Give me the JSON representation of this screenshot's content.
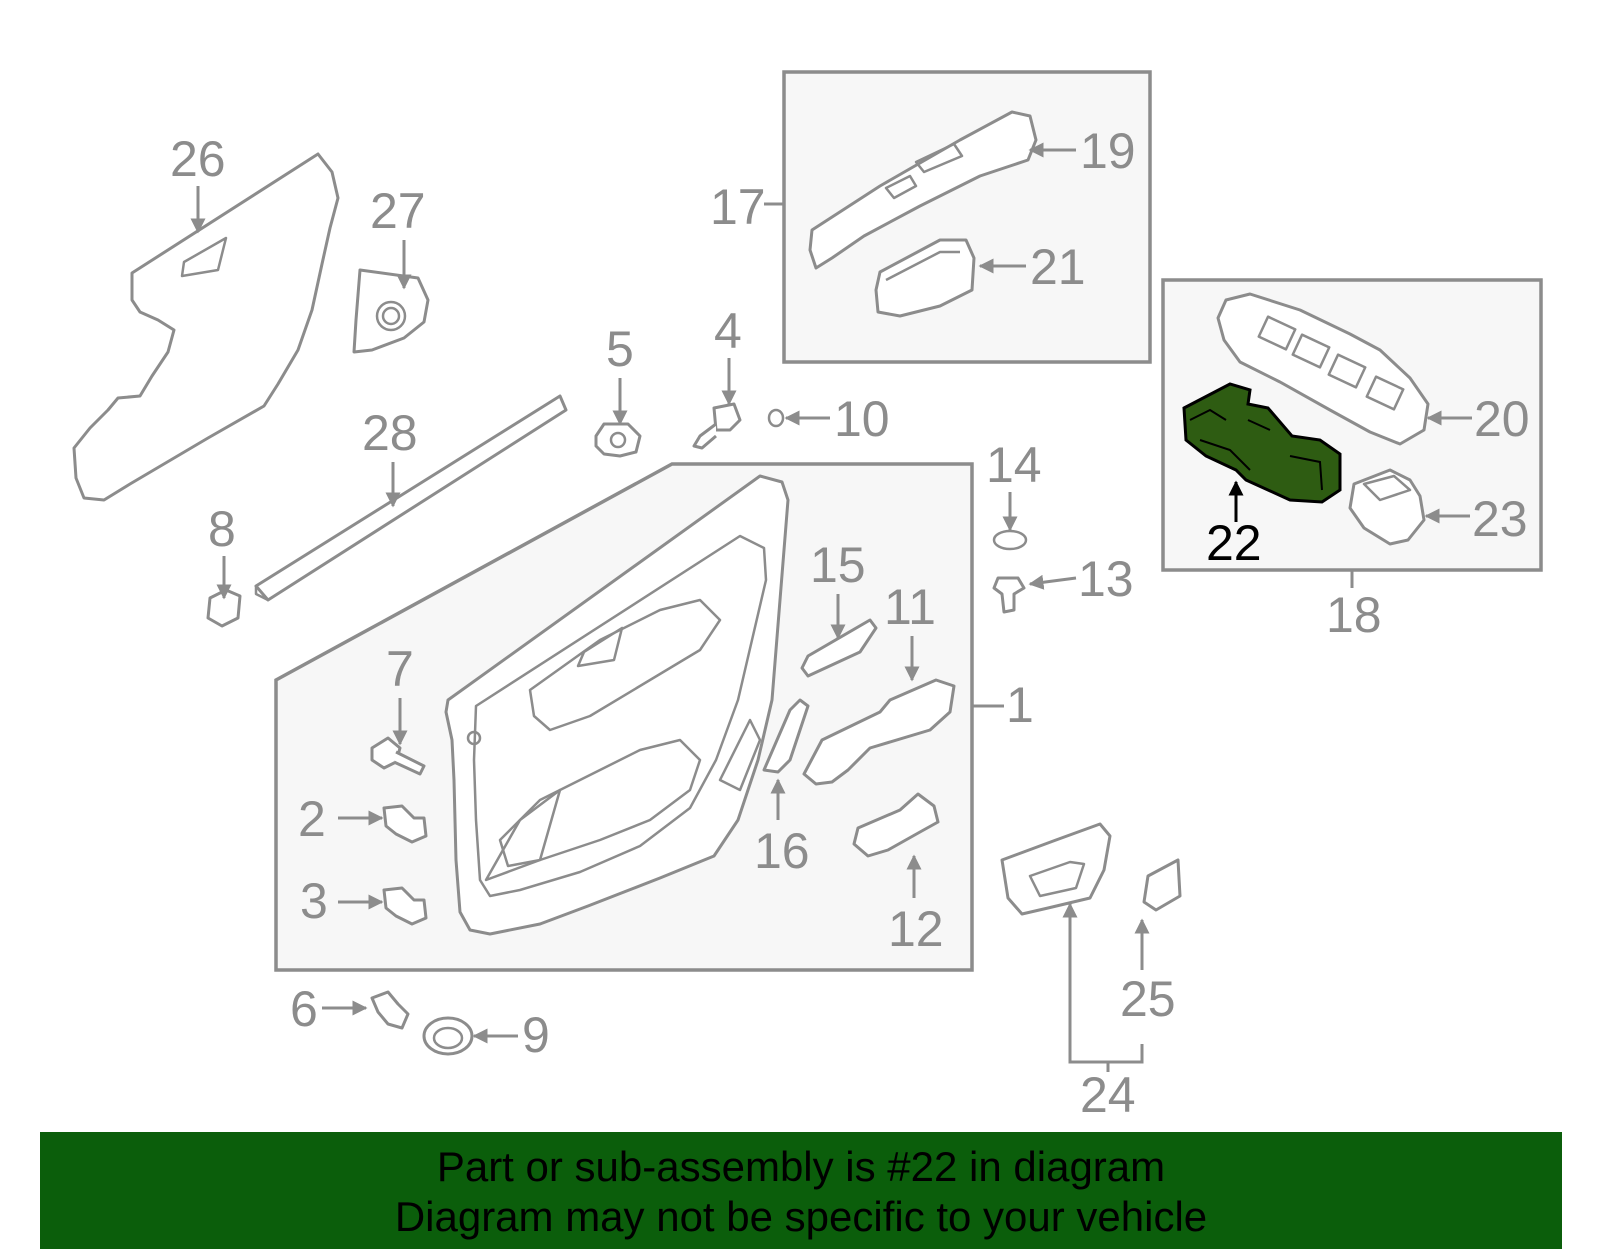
{
  "callouts": {
    "c1": "1",
    "c2": "2",
    "c3": "3",
    "c4": "4",
    "c5": "5",
    "c6": "6",
    "c7": "7",
    "c8": "8",
    "c9": "9",
    "c10": "10",
    "c11": "11",
    "c12": "12",
    "c13": "13",
    "c14": "14",
    "c15": "15",
    "c16": "16",
    "c17": "17",
    "c18": "18",
    "c19": "19",
    "c20": "20",
    "c21": "21",
    "c22": "22",
    "c23": "23",
    "c24": "24",
    "c25": "25",
    "c26": "26",
    "c27": "27",
    "c28": "28"
  },
  "highlight": {
    "part": "22",
    "color": "#2e5c12"
  },
  "colors": {
    "line": "#8c8c8c",
    "banner": "#0b5e0b",
    "box_fill": "#f7f7f7"
  },
  "banner": {
    "line1": "Part or sub-assembly is #22 in diagram",
    "line2": "Diagram may not be specific to your vehicle"
  }
}
